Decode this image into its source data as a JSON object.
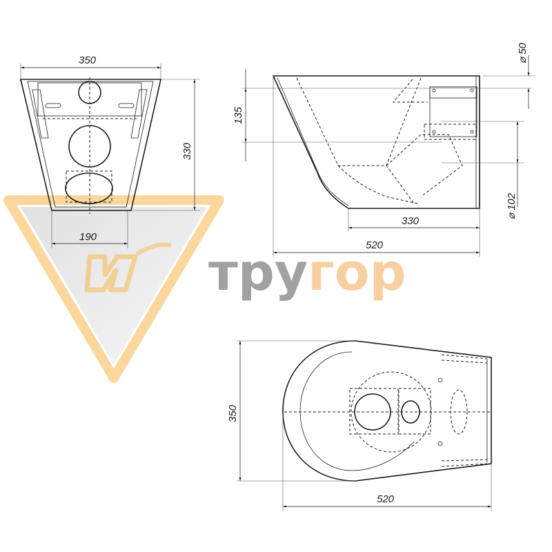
{
  "logo": {
    "wordmark_dark": "тру",
    "wordmark_light": "гор",
    "colors": {
      "orange": "#f5a623",
      "grey": "#8a8a8a",
      "light_orange": "#f7c38a"
    }
  },
  "front_view": {
    "dim_width": "350",
    "dim_height": "330",
    "dim_base": "190"
  },
  "side_view": {
    "dim_offset": "135",
    "dim_top_pipe": "⌀ 50",
    "dim_outlet": "⌀ 102",
    "dim_base": "330",
    "dim_length": "520"
  },
  "top_view": {
    "dim_width": "350",
    "dim_length": "520"
  }
}
